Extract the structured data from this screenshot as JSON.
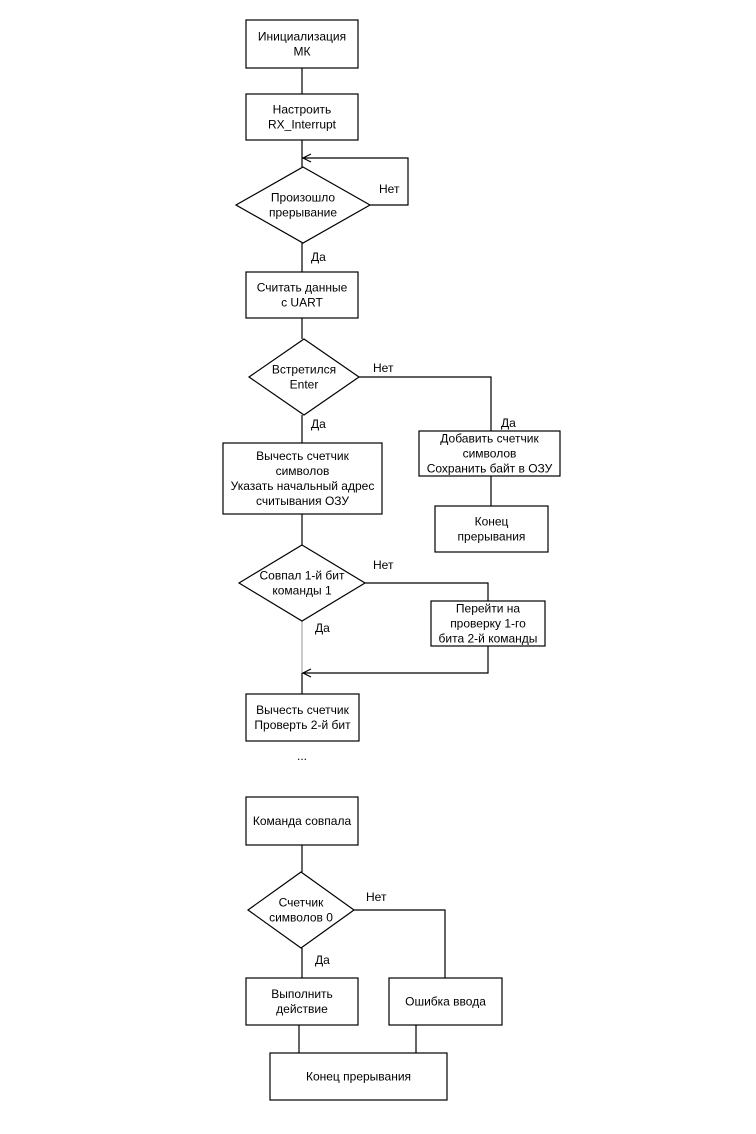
{
  "flowchart": {
    "nodes": {
      "init_mk": [
        "Инициализация",
        "МК"
      ],
      "setup_rx": [
        "Настроить",
        "RX_Interrupt"
      ],
      "interrupt_occurred": [
        "Произошло",
        "прерывание"
      ],
      "read_uart": [
        "Считать данные",
        "с UART"
      ],
      "enter_met": [
        "Встретился",
        "Enter"
      ],
      "add_counter": [
        "Добавить счетчик",
        "символов",
        "Сохранить байт в ОЗУ"
      ],
      "end_interrupt_small": [
        "Конец",
        "прерывания"
      ],
      "subtract_counter": [
        "Вычесть счетчик",
        "символов",
        "Указать начальный адрес",
        "считывания ОЗУ"
      ],
      "bit1_matched": [
        "Совпал 1-й бит",
        "команды 1"
      ],
      "goto_check": [
        "Перейти на",
        "проверку 1-го",
        "бита 2-й команды"
      ],
      "subtract_check2": [
        "Вычесть счетчик",
        "Проверть 2-й бит"
      ],
      "ellipsis": [
        "..."
      ],
      "command_matched": [
        "Команда совпала"
      ],
      "counter_zero": [
        "Счетчик",
        "символов 0"
      ],
      "do_action": [
        "Выполнить",
        "действие"
      ],
      "input_error": [
        "Ошибка ввода"
      ],
      "end_interrupt": [
        "Конец прерывания"
      ]
    },
    "labels": {
      "loop_no": "Нет",
      "yes_1": "Да",
      "enter_no": "Нет",
      "enter_yes": "Да",
      "add_yes": "Да",
      "bit_no": "Нет",
      "bit_yes": "Да",
      "zero_no": "Нет",
      "zero_yes": "Да"
    }
  }
}
